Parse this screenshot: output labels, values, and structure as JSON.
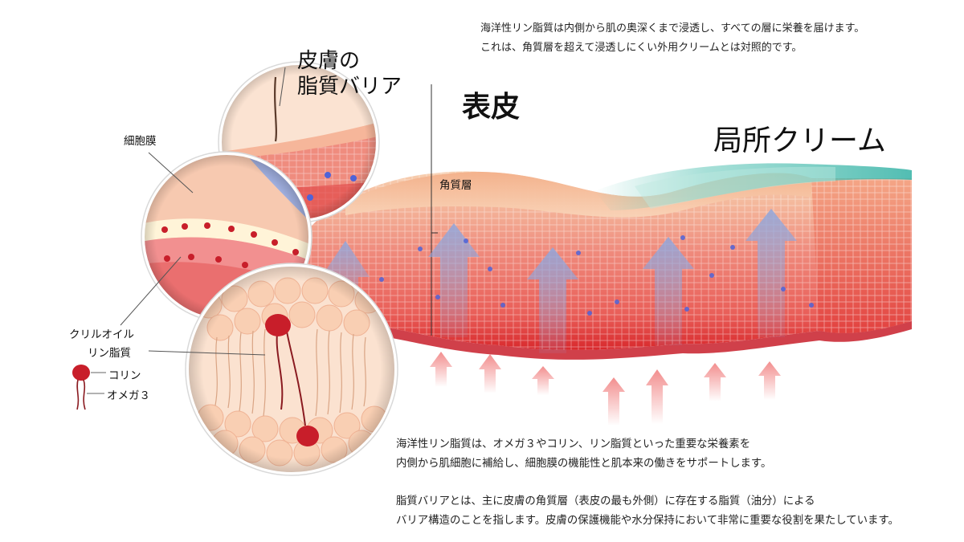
{
  "top_note": {
    "line1": "海洋性リン脂質は内側から肌の奥深くまで浸透し、すべての層に栄養を届けます。",
    "line2": "これは、角質層を超えて浸透しにくい外用クリームとは対照的です。"
  },
  "labels": {
    "lipid_barrier_line1": "皮膚の",
    "lipid_barrier_line2": "脂質バリア",
    "epidermis": "表皮",
    "topical_cream": "局所クリーム",
    "stratum_corneum": "角質層",
    "cell_membrane": "細胞膜",
    "krill_oil": "クリルオイル",
    "phospholipid": "リン脂質",
    "choline": "コリン",
    "omega3": "オメガ３"
  },
  "bottom_note": {
    "para1_line1": "海洋性リン脂質は、オメガ３やコリン、リン脂質といった重要な栄養素を",
    "para1_line2": "内側から肌細胞に補給し、細胞膜の機能性と肌本来の働きをサポートします。",
    "para2_line1": "脂質バリアとは、主に皮膚の角質層（表皮の最も外側）に存在する脂質（油分）による",
    "para2_line2": "バリア構造のことを指します。皮膚の保護機能や水分保持において非常に重要な役割を果たしています。"
  },
  "colors": {
    "skin_top": "#f6c8a8",
    "skin_mid": "#f08a7a",
    "skin_deep": "#e03838",
    "cream": "#5fc6b8",
    "arrow_blue": "#8ea6de",
    "arrow_pink": "#f07a7a",
    "dot_blue": "#4f63d8",
    "choline_red": "#c81e2a"
  }
}
